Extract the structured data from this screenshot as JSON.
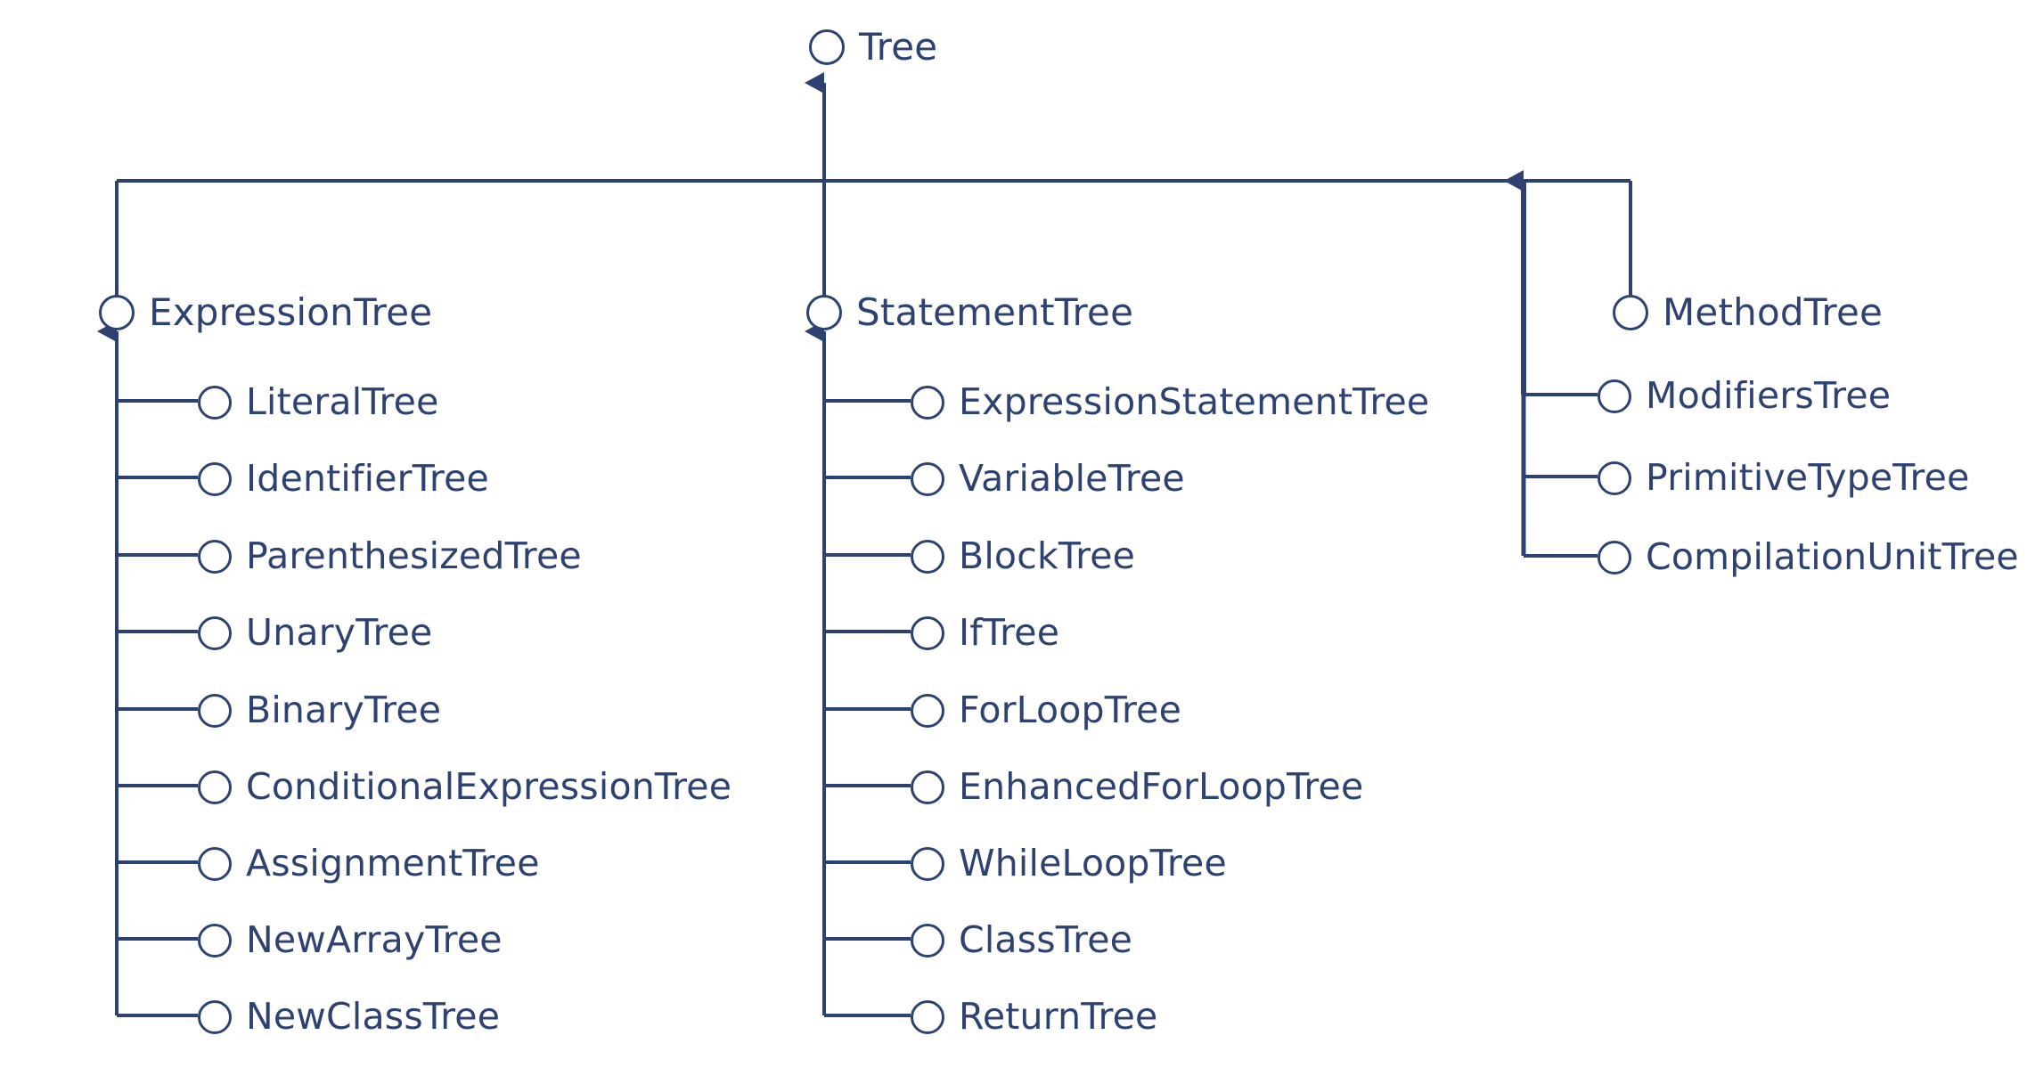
{
  "diagram": {
    "title": "Tree interface hierarchy",
    "kind": "uml-interface-realization-tree",
    "colors": {
      "stroke": "#2E4272",
      "text": "#2E4272",
      "background": "#ffffff",
      "node_fill": "#ffffff"
    },
    "root": {
      "name": "Tree",
      "icon": "interface-lollipop-icon"
    },
    "groups": [
      {
        "id": "expression",
        "name": "ExpressionTree",
        "icon": "interface-lollipop-icon",
        "children": [
          {
            "name": "LiteralTree"
          },
          {
            "name": "IdentifierTree"
          },
          {
            "name": "ParenthesizedTree"
          },
          {
            "name": "UnaryTree"
          },
          {
            "name": "BinaryTree"
          },
          {
            "name": "ConditionalExpressionTree"
          },
          {
            "name": "AssignmentTree"
          },
          {
            "name": "NewArrayTree"
          },
          {
            "name": "NewClassTree"
          }
        ]
      },
      {
        "id": "statement",
        "name": "StatementTree",
        "icon": "interface-lollipop-icon",
        "children": [
          {
            "name": "ExpressionStatementTree"
          },
          {
            "name": "VariableTree"
          },
          {
            "name": "BlockTree"
          },
          {
            "name": "IfTree"
          },
          {
            "name": "ForLoopTree"
          },
          {
            "name": "EnhancedForLoopTree"
          },
          {
            "name": "WhileLoopTree"
          },
          {
            "name": "ClassTree"
          },
          {
            "name": "ReturnTree"
          }
        ]
      },
      {
        "id": "other",
        "name": "MethodTree",
        "icon": "interface-lollipop-icon",
        "children": [
          {
            "name": "ModifiersTree"
          },
          {
            "name": "PrimitiveTypeTree"
          },
          {
            "name": "CompilationUnitTree"
          }
        ]
      }
    ]
  }
}
